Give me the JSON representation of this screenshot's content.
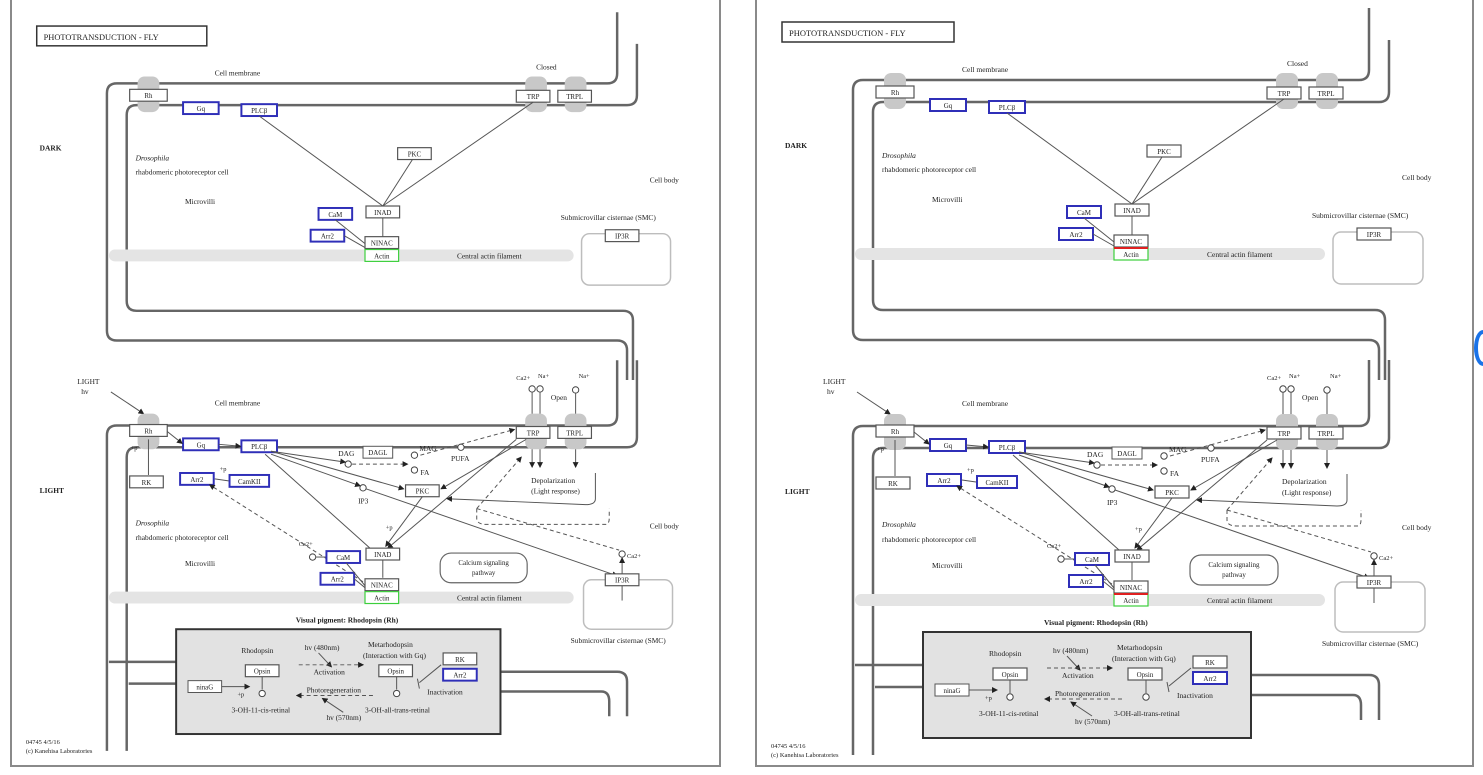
{
  "panels": [
    {
      "id": "left",
      "title": "PHOTOTRANSDUCTION - FLY",
      "variant": "normal",
      "footer": [
        "04745 4/5/16",
        "(c) Kanehisa Laboratories"
      ]
    },
    {
      "id": "right",
      "title": "PHOTOTRANSDUCTION - FLY",
      "variant": "highlight",
      "footer": [
        "04745 4/5/16",
        "(c) Kanehisa Laboratories"
      ]
    }
  ],
  "colors": {
    "gene_found": "#2f2fb8",
    "gene_default": "#555555",
    "actin": "#3ccf3c",
    "highlight": "#e02020",
    "membrane": "#666666",
    "channel": "#c8c8c8",
    "filament": "#e4e4e4",
    "pigment_box": "#e2e2e2",
    "indicator": "#1a73e8"
  },
  "sections": {
    "dark": "DARK",
    "light": "LIGHT"
  },
  "labels": {
    "cell_membrane": "Cell membrane",
    "closed": "Closed",
    "open": "Open",
    "drosophila": "Drosophila",
    "rhabdomeric": "rhabdomeric photoreceptor cell",
    "microvilli": "Microvilli",
    "cell_body": "Cell body",
    "smc": "Submicrovillar cisternae (SMC)",
    "central_actin": "Central actin filament",
    "light_hv": [
      "LIGHT",
      "hv"
    ],
    "depolarization": [
      "Depolarization",
      "(Light response)"
    ],
    "calcium_pathway": [
      "Calcium signaling",
      "pathway"
    ],
    "visual_pigment": "Visual pigment: Rhodopsin (Rh)",
    "rhodopsin": "Rhodopsin",
    "metarhodopsin": [
      "Metarhodopsin",
      "(Interaction with Gq)"
    ],
    "hv480": "hv (480nm)",
    "hv570": "hv (570nm)",
    "activation": "Activation",
    "photoregeneration": "Photoregeneration",
    "inactivation": "Inactivation",
    "cis_retinal": "3-OH-11-cis-retinal",
    "trans_retinal": "3-OH-all-trans-retinal",
    "p": "+p",
    "dag": "DAG",
    "mag": "MAG",
    "fa": "FA",
    "pufa": "PUFA",
    "ip3": "IP3",
    "ca": "Ca2+",
    "na": "Na+"
  },
  "genes": {
    "rh": "Rh",
    "gq": "Gq",
    "plcb": "PLCβ",
    "trp": "TRP",
    "trpl": "TRPL",
    "pkc": "PKC",
    "inad": "INAD",
    "cam": "CaM",
    "arr2": "Arr2",
    "ninac": "NINAC",
    "actin": "Actin",
    "ip3r": "IP3R",
    "rk": "RK",
    "camkii": "CamKII",
    "daglb": "DAGL",
    "opsin": "Opsin",
    "ninag": "ninaG"
  }
}
